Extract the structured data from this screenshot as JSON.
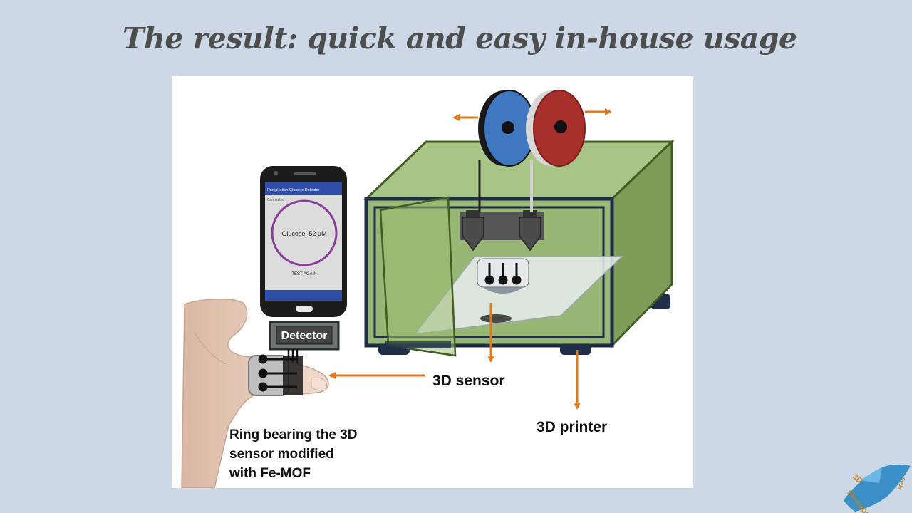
{
  "slide": {
    "title": "The result:  quick and easy in-house usage"
  },
  "figure": {
    "phone": {
      "app_header": "Perspiration Glucose Detector",
      "status": "Connected",
      "reading": "Glucose: 52 µM",
      "button": "TEST AGAIN"
    },
    "detector_label": "Detector",
    "sensor_label": "3D sensor",
    "printer_label": "3D printer",
    "ring_label_lines": [
      "Ring bearing the 3D",
      "sensor modified",
      "with Fe-MOF"
    ]
  },
  "logo": {
    "text_a": "3D",
    "text_b": "glucoMOF",
    "text_c": "sens"
  },
  "colors": {
    "background": "#ccd8e6",
    "title": "#4e4e4e",
    "arrow": "#e07a1c",
    "box_fill": "#8fb068",
    "box_edge": "#435c22",
    "spool_blue": "#3f78c0",
    "spool_red": "#a8302c",
    "logo": "#3a8fc6"
  }
}
